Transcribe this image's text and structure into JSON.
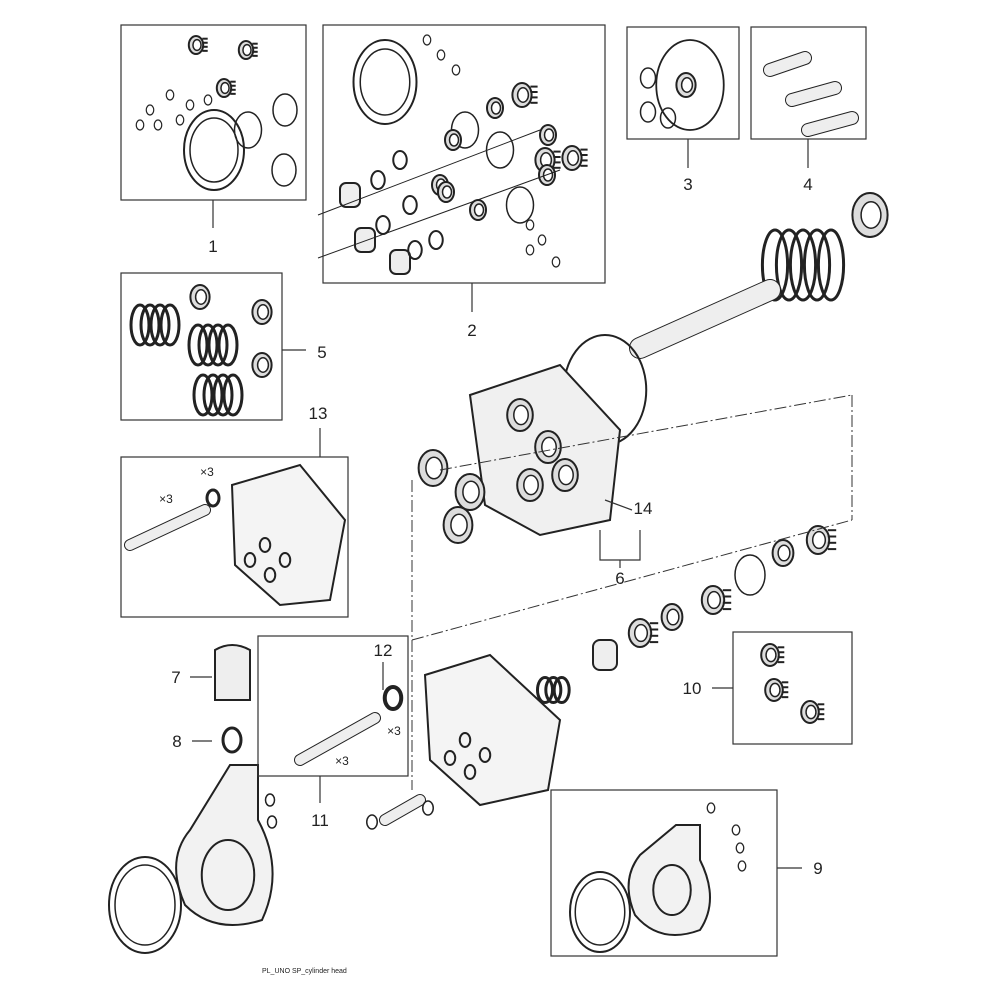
{
  "diagram": {
    "caption": "PL_UNO SP_cylinder head",
    "callouts": {
      "c1": "1",
      "c2": "2",
      "c3": "3",
      "c4": "4",
      "c5": "5",
      "c6": "6",
      "c7": "7",
      "c8": "8",
      "c9": "9",
      "c10": "10",
      "c11": "11",
      "c12": "12",
      "c13": "13",
      "c14": "14"
    },
    "quantities": {
      "q13_washer": "×3",
      "q13_screw": "×3",
      "q12": "×3",
      "q11": "×3"
    }
  }
}
